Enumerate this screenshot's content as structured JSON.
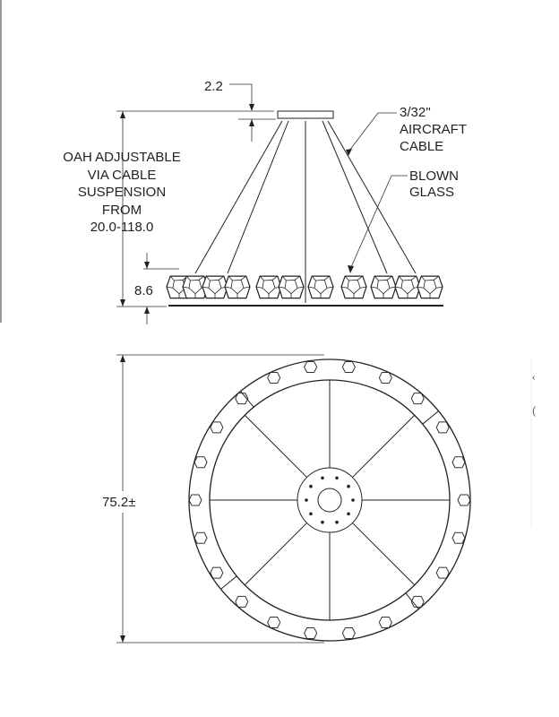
{
  "side_view": {
    "canopy_height": "2.2",
    "cable_label": [
      "3/32''",
      "AIRCRAFT",
      "CABLE"
    ],
    "glass_label": [
      "BLOWN",
      "GLASS"
    ],
    "oah_label": [
      "OAH ADJUSTABLE",
      "VIA CABLE",
      "SUSPENSION",
      "FROM",
      "20.0-118.0"
    ],
    "ring_height": "8.6"
  },
  "top_view": {
    "diameter": "75.2±",
    "spoke_count": 8
  }
}
